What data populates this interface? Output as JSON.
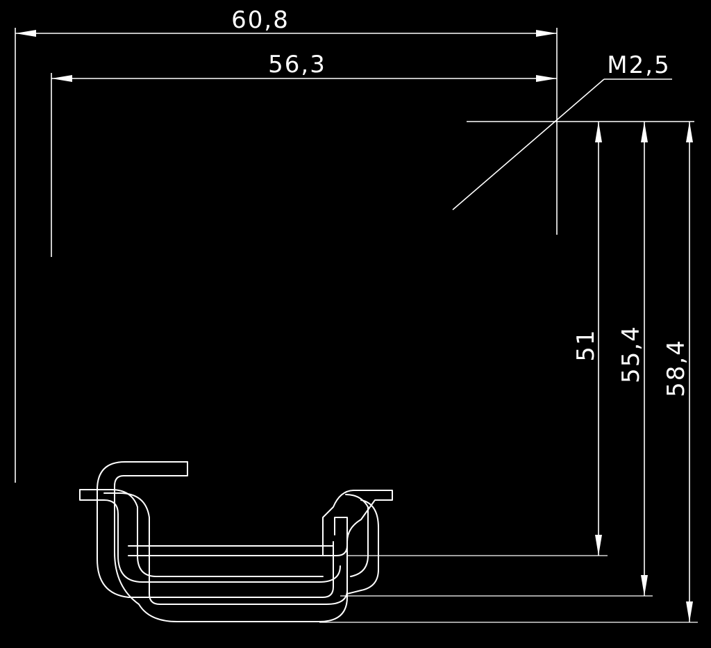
{
  "dimensions": {
    "overall_width": "60,8",
    "inner_width": "56,3",
    "thread": "M2,5",
    "height_small": "51",
    "height_mid": "55,4",
    "height_large": "58,4"
  },
  "colors": {
    "background": "#000000",
    "lines": "#ffffff"
  }
}
